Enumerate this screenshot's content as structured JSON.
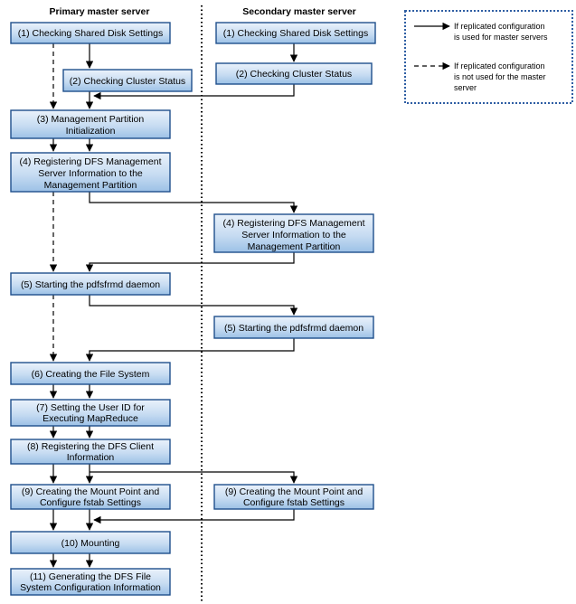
{
  "columns": {
    "primary": "Primary master server",
    "secondary": "Secondary master server"
  },
  "legend": {
    "solid": [
      "If replicated configuration",
      "is used for master servers"
    ],
    "dashed": [
      "If replicated configuration",
      "is not used for the master",
      "server"
    ]
  },
  "nodes": {
    "p1": [
      "(1) Checking Shared Disk Settings"
    ],
    "p2": [
      "(2) Checking Cluster Status"
    ],
    "p3": [
      "(3) Management Partition",
      "Initialization"
    ],
    "p4": [
      "(4) Registering DFS Management",
      "Server Information to the",
      "Management Partition"
    ],
    "p5": [
      "(5) Starting the pdfsfrmd daemon"
    ],
    "p6": [
      "(6) Creating the File System"
    ],
    "p7": [
      "(7) Setting the User ID for",
      "Executing MapReduce"
    ],
    "p8": [
      "(8) Registering the DFS Client",
      "Information"
    ],
    "p9": [
      "(9) Creating the Mount Point and",
      "Configure fstab Settings"
    ],
    "p10": [
      "(10) Mounting"
    ],
    "p11": [
      "(11) Generating the DFS File",
      "System Configuration Information"
    ],
    "s1": [
      "(1) Checking Shared Disk Settings"
    ],
    "s2": [
      "(2) Checking Cluster Status"
    ],
    "s4": [
      "(4) Registering DFS Management",
      "Server Information to the",
      "Management Partition"
    ],
    "s5": [
      "(5) Starting the pdfsfrmd daemon"
    ],
    "s9": [
      "(9) Creating the Mount Point and",
      "Configure fstab Settings"
    ]
  }
}
